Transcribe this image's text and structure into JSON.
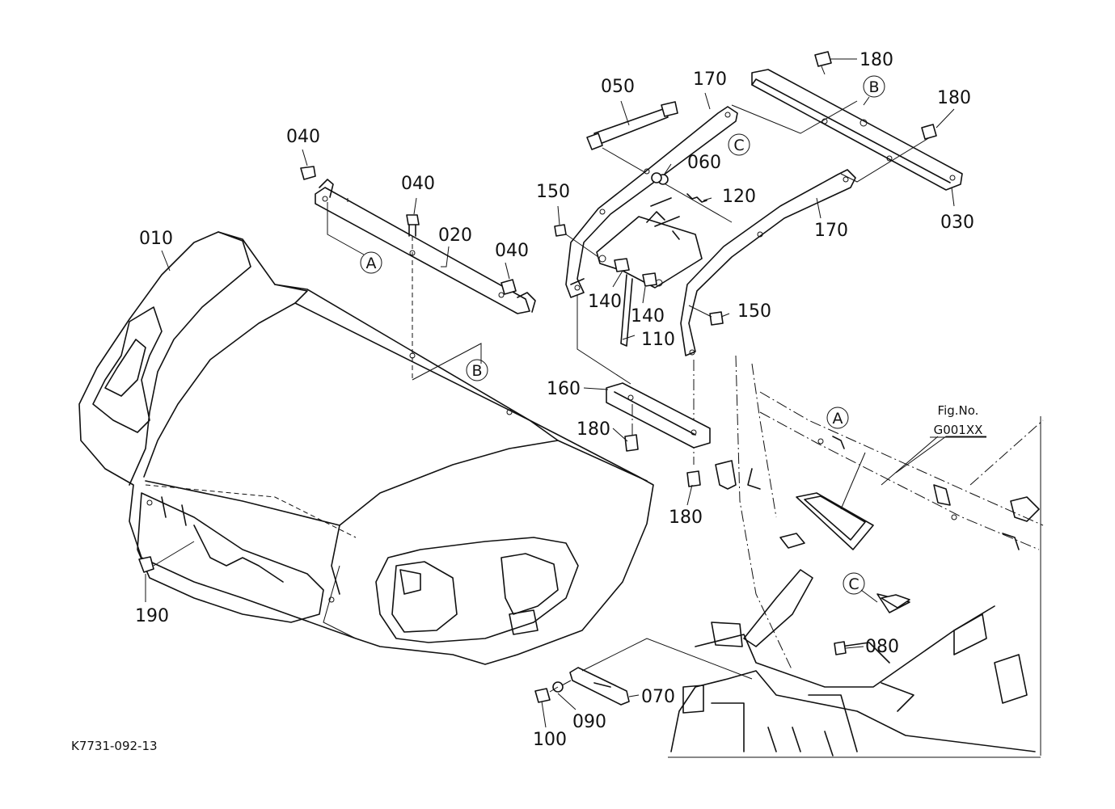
{
  "drawing_number": "K7731-092-13",
  "figure_ref": {
    "line1": "Fig.No.",
    "line2": "G001XX"
  },
  "parts": [
    {
      "id": "p010",
      "label": "010"
    },
    {
      "id": "p020",
      "label": "020"
    },
    {
      "id": "p030",
      "label": "030"
    },
    {
      "id": "p040a",
      "label": "040"
    },
    {
      "id": "p040b",
      "label": "040"
    },
    {
      "id": "p040c",
      "label": "040"
    },
    {
      "id": "p050",
      "label": "050"
    },
    {
      "id": "p060",
      "label": "060"
    },
    {
      "id": "p070",
      "label": "070"
    },
    {
      "id": "p080",
      "label": "080"
    },
    {
      "id": "p090",
      "label": "090"
    },
    {
      "id": "p100",
      "label": "100"
    },
    {
      "id": "p110",
      "label": "110"
    },
    {
      "id": "p120",
      "label": "120"
    },
    {
      "id": "p140a",
      "label": "140"
    },
    {
      "id": "p140b",
      "label": "140"
    },
    {
      "id": "p150a",
      "label": "150"
    },
    {
      "id": "p150b",
      "label": "150"
    },
    {
      "id": "p160",
      "label": "160"
    },
    {
      "id": "p170a",
      "label": "170"
    },
    {
      "id": "p170b",
      "label": "170"
    },
    {
      "id": "p180a",
      "label": "180"
    },
    {
      "id": "p180b",
      "label": "180"
    },
    {
      "id": "p180c",
      "label": "180"
    },
    {
      "id": "p180d",
      "label": "180"
    },
    {
      "id": "p190",
      "label": "190"
    }
  ],
  "reference_markers": [
    {
      "id": "refA1",
      "label": "A"
    },
    {
      "id": "refB1",
      "label": "B"
    },
    {
      "id": "refB2",
      "label": "B"
    },
    {
      "id": "refC1",
      "label": "C"
    },
    {
      "id": "refA2",
      "label": "A"
    },
    {
      "id": "refC2",
      "label": "C"
    }
  ]
}
